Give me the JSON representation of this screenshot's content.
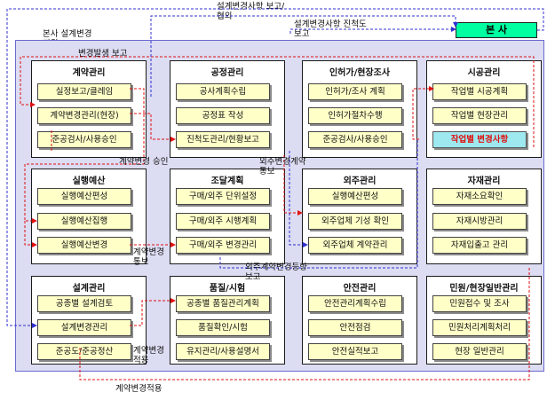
{
  "hq": {
    "label": "본 사"
  },
  "top_labels": {
    "design_change_report": "설계변경사항 보고/\n협의",
    "design_change_progress": "설계변경사항 진척도\n보고",
    "hq_design_support": "본사 설계변경\n지원",
    "change_report": "변경발생 보고"
  },
  "panels": [
    {
      "title": "계약관리",
      "items": [
        "실정보고/클레임",
        "계약변경관리(현장)",
        "준공검사/사용승인"
      ]
    },
    {
      "title": "공정관리",
      "items": [
        "공사계획수립",
        "공정표 작성",
        "진척도관리/현황보고"
      ]
    },
    {
      "title": "인허가/현장조사",
      "items": [
        "인허가/조사 계획",
        "인허가절차수행",
        "준공검사/사용승인"
      ]
    },
    {
      "title": "시공관리",
      "items": [
        "작업별 시공계획",
        "작업별 현장관리",
        "작업별 변경사항"
      ]
    },
    {
      "title": "실행예산",
      "items": [
        "실행예산편성",
        "실행예산집행",
        "실행예산변경"
      ]
    },
    {
      "title": "조달계획",
      "items": [
        "구매/외주 단위설정",
        "구매/외주 시행계획",
        "구매/외주 변경관리"
      ]
    },
    {
      "title": "외주관리",
      "items": [
        "실행예산편성",
        "외주업체 기성 확인",
        "외주업체 계약관리"
      ]
    },
    {
      "title": "자재관리",
      "items": [
        "자재소요확인",
        "자재시방관리",
        "자재입출고 관리"
      ]
    },
    {
      "title": "설계관리",
      "items": [
        "공종별 설계검토",
        "설계변경관리",
        "준공도/준공정산"
      ]
    },
    {
      "title": "품질/시험",
      "items": [
        "공종별 품질관리계획",
        "품질확인/시험",
        "유지관리/사용설명서"
      ]
    },
    {
      "title": "안전관리",
      "items": [
        "안전관리계획수립",
        "안전점검",
        "안전실적보고"
      ]
    },
    {
      "title": "민원/현장일반관리",
      "items": [
        "민원접수 및 조사",
        "민원처리계획처리",
        "현장 일반관리"
      ]
    }
  ],
  "flow_labels": {
    "contract_change_approval": "계약변경 승인",
    "outsourcing_contract_notice": "외주변경계약\n통보",
    "contract_change_notice": "계약변경\n통보",
    "outsourcing_change_notice": "외주계약변경등향\n보고",
    "contract_change_apply": "계약변경\n적용",
    "contract_change_apply_bottom": "계약변경적용"
  },
  "colors": {
    "frame": "#dcdcf2",
    "item": "#ffffc8",
    "hq": "#00ffa0",
    "highlight": "#9ee8ef",
    "arrow_red": "#e01010",
    "arrow_blue": "#3030d0"
  }
}
